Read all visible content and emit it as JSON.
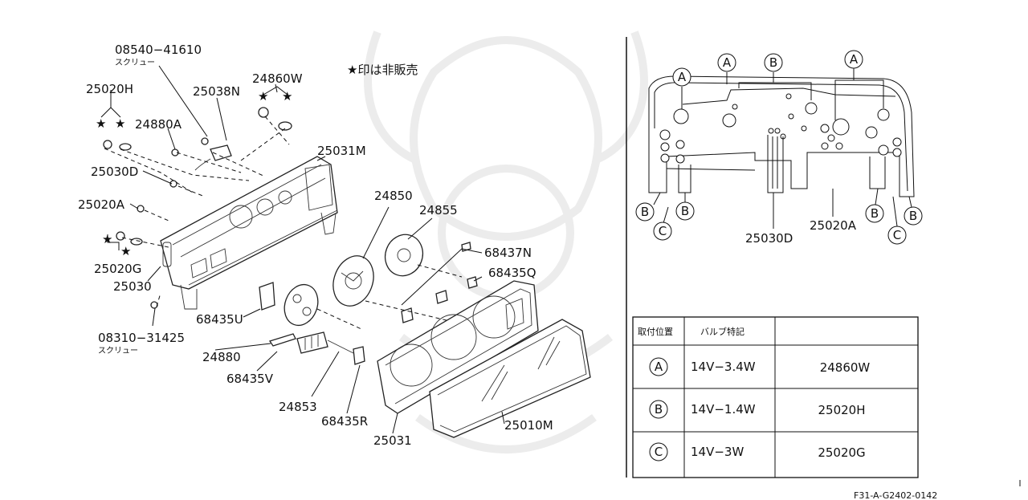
{
  "legend": {
    "star_note": "★印は非販売"
  },
  "parts": {
    "p08540": "08540−41610",
    "p08540_sub": "スクリュー",
    "p25020H": "25020H",
    "p24880A": "24880A",
    "p25038N": "25038N",
    "p24860W": "24860W",
    "p25031M": "25031M",
    "p25030D": "25030D",
    "p25020A": "25020A",
    "p25020G": "25020G",
    "p25030": "25030",
    "p68435U": "68435U",
    "p08310": "08310−31425",
    "p08310_sub": "スクリュー",
    "p24880": "24880",
    "p68435V": "68435V",
    "p24853": "24853",
    "p68435R": "68435R",
    "p25031": "25031",
    "p25010M": "25010M",
    "p24850": "24850",
    "p24855": "24855",
    "p68437N": "68437N",
    "p68435Q": "68435Q"
  },
  "schematic": {
    "labels": {
      "A1": "A",
      "A2": "A",
      "A3": "A",
      "B_top": "B",
      "B1": "B",
      "B2": "B",
      "B3": "B",
      "B4": "B",
      "C1": "C",
      "C2": "C",
      "part_25030D": "25030D",
      "part_25020A": "25020A"
    }
  },
  "table": {
    "headers": [
      "取付位置",
      "バルブ特記",
      ""
    ],
    "rows": [
      {
        "position": "A",
        "spec": "14V−3.4W",
        "part": "24860W"
      },
      {
        "position": "B",
        "spec": "14V−1.4W",
        "part": "25020H"
      },
      {
        "position": "C",
        "spec": "14V−3W",
        "part": "25020G"
      }
    ]
  },
  "footer": {
    "code": "F31-A-G2402-0142"
  }
}
